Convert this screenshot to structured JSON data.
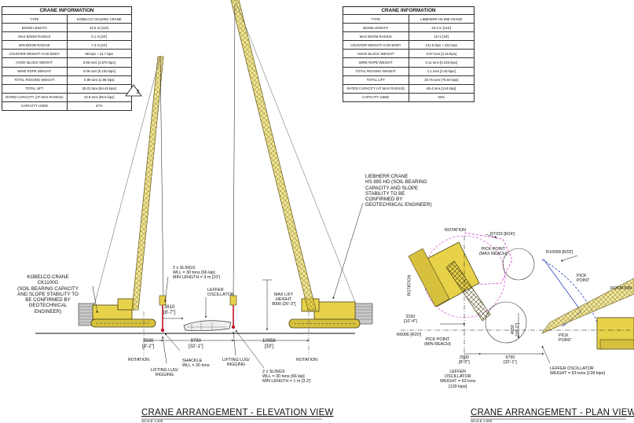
{
  "kobelco_table": {
    "title": "CRANE INFORMATION",
    "rows": [
      [
        "TYPE",
        "KOBELCO CK1100G CRANE"
      ],
      [
        "BOOM LENGTH",
        "33.5 m [110']"
      ],
      [
        "MAX BOOM RADIUS",
        "6.1 m [20']"
      ],
      [
        "MIN BOOM RADIUS",
        "7.3 m [24']"
      ],
      [
        "COUNTER WEIGHT+CAR BODY",
        "89 kips + 21.7 kips"
      ],
      [
        "HOOK BLOCK WEIGHT",
        "0.85 tons [1.875 kips]"
      ],
      [
        "WIRE ROPE WEIGHT",
        "0.09 tons [0.193 kips]"
      ],
      [
        "TOTAL RIGGING WEIGHT",
        "0.88 tons [1.95 kips]"
      ],
      [
        "TOTAL LIFT",
        "29.23 tons [64.45 kips]"
      ],
      [
        "RATED CAPACITY (AT MAX RADIUS)",
        "43.8 tons [96.5 kips]"
      ],
      [
        "CAPACITY USED",
        "67%"
      ]
    ]
  },
  "liebherr_table": {
    "title": "CRANE INFORMATION",
    "rows": [
      [
        "TYPE",
        "LIEBHERR HS 895 CRANE"
      ],
      [
        "BOOM LENGTH",
        "43.3 m [142']"
      ],
      [
        "MAX BOOM RADIUS",
        "10 m [33']"
      ],
      [
        "COUNTER WEIGHT+CAR BODY",
        "121.5 kips + 251 kips"
      ],
      [
        "HOOK BLOCK WEIGHT",
        "0.97 tons [2.15 kips]"
      ],
      [
        "WIRE ROPE WEIGHT",
        "0.11 tons [0.246 kips]"
      ],
      [
        "TOTAL RIGGING WEIGHT",
        "1.1 tons [2.45 kips]"
      ],
      [
        "TOTAL LIFT",
        "28.76 tons [75.84 kips]"
      ],
      [
        "RATED CAPACITY (AT MAX RADIUS)",
        "65.4 tons [144 kips]"
      ],
      [
        "CAPACITY USED",
        "53%"
      ]
    ]
  },
  "revision_tag": "3",
  "notes": {
    "liebherr": "LIEBHERR CRANE\nHS 895 HD (SOIL BEARING\nCAPACITY AND SLOPE\nSTABILITY TO BE\nCONFIRMED BY\nGEOTECHNICAL ENGINEER)",
    "kobelco": "KOBELCO CRANE\nCK1100G\n(SOIL BEARING CAPACITY\nAND SLOPE STABILITY TO\nBE CONFIRMED BY\nGEOTECHNICAL\nENGINEER)",
    "slings_top": "2 x SLINGS\nWLL = 30 tons [66 kip]\nMIN LENGTH = 3 m [10']",
    "leffer_oscillator": "LEFFER\nOSCILLATOR",
    "max_lift_height": "MAX LIFT\nHEIGHT\n8000 [26'-3\"]",
    "shackle": "SHACKLE\nWLL = 30 tons",
    "lifting_lug_1": "LIFTING LUG/\nRIGGING",
    "lifting_lug_2": "LIFTING LUG/\nRIGGING",
    "slings_bottom": "2 x SLINGS\nWLL = 30 tons [66 kip]\nMIN LENGTH = 1 m [3.2']",
    "rotation_1": "ROTATION",
    "rotation_2": "ROTATION"
  },
  "dimensions": {
    "d2610": "2610\n[8'-7\"]",
    "d2500": "2500\n[8'-2\"]",
    "d9790": "9790\n[32'-1\"]",
    "d10058": "10058\n[33']"
  },
  "plan": {
    "rotation_top": "ROTATION",
    "rotation_left": "ROTATION",
    "rotation_right": "ROTATION",
    "r7315": "R7315 [R24']",
    "r10058": "R10058 [R33']",
    "pick_point_max": "PICK POINT\n(MAX REACH)",
    "pick_point_r": "PICK\nPOINT",
    "pick_point_min": "PICK POINT\n(MIN REACH)",
    "pick_point_2": "PICK\nPOINT",
    "r6096": "R6096 [R20']",
    "d3150": "3150\n[10'-4\"]",
    "d4930": "4930\n[16'-2\"]",
    "d2500": "2500\n[8'-2\"]",
    "d9790": "9790\n[32'-1\"]",
    "leffer": "LEFFER\nOSCILLATOR\nWEIGHT = 63 tons\n[139 kips]",
    "leffer_r": "LEFFER OSCILLATOR\nWEIGHT = 63 tons [139 kips]"
  },
  "titles": {
    "elevation": "CRANE ARRANGEMENT - ELEVATION VIEW",
    "elevation_scale": "SCALE 1:200",
    "plan": "CRANE ARRANGEMENT - PLAN VIEW",
    "plan_scale": "SCALE 1:200"
  },
  "colors": {
    "crane": "#e8d24a",
    "crane_outline": "#4a4216",
    "rigging": "#c0152a",
    "plan_radius": "#d23ac9",
    "plan_blue": "#2d3fbf"
  }
}
